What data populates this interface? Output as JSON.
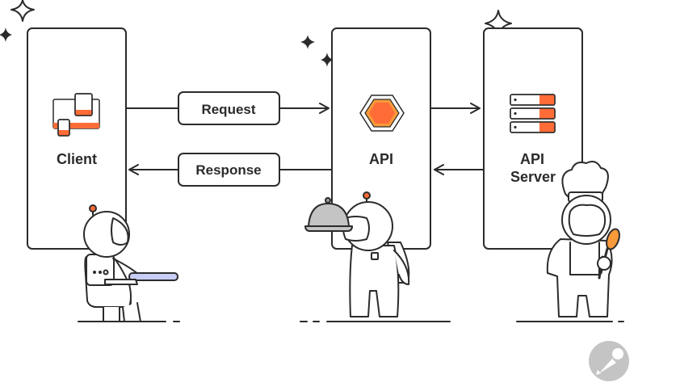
{
  "nodes": {
    "client": "Client",
    "api": "API",
    "api_server_line1": "API",
    "api_server_line2": "Server"
  },
  "edges": {
    "request": "Request",
    "response": "Response"
  },
  "colors": {
    "stroke": "#2b2b2b",
    "orange": "#ff6c37",
    "light_orange": "#f79a3a",
    "lavender": "#c7cdf3",
    "gray": "#9a9a9a",
    "badge": "#c4c4c4"
  },
  "icons": [
    "sparkle-icon",
    "devices-icon",
    "hexagon-icon",
    "server-rack-icon",
    "postman-logo-icon"
  ]
}
